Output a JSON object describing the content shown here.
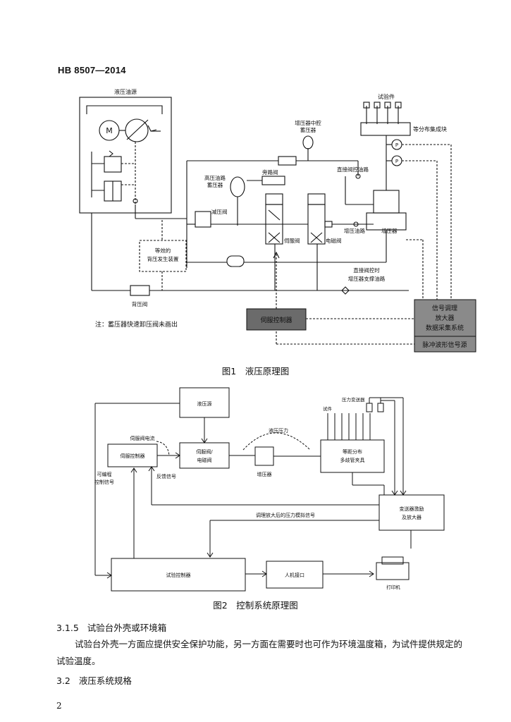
{
  "header": {
    "doc_no": "HB 8507—2014"
  },
  "figure1": {
    "caption": "图1　液压原理图",
    "labels": {
      "hydraulic_source": "液压油源",
      "motor": "M",
      "test_piece": "试验件",
      "pressure_distributor": "等分布集成块",
      "intensifier_mid_acc_line1": "增压器中腔",
      "intensifier_mid_acc_line2": "蓄压器",
      "direct_valve_ctrl": "直接阀控油路",
      "hp_acc_line1": "高压油路",
      "hp_acc_line2": "蓄压器",
      "bypass_valve": "旁路阀",
      "reducing_valve": "减压阀",
      "servo_valve": "伺服阀",
      "solenoid_valve": "电磁阀",
      "boost_line": "增压油路",
      "intensifier": "增压器",
      "equiv_backpressure_line1": "等效的",
      "equiv_backpressure_line2": "背压发生装置",
      "direct_boost_line1": "直接阀控时",
      "direct_boost_line2": "增压器支撑油路",
      "backpressure_valve": "背压阀",
      "note": "注：蓄压器快速卸压阀未画出",
      "servo_controller": "伺服控制器",
      "signal_line1": "信号调理",
      "signal_line2": "放大器",
      "signal_line3": "数据采集系统",
      "pulse_source": "脉冲波形信号源",
      "p1": "P",
      "p2": "P"
    }
  },
  "figure2": {
    "caption": "图2　控制系统原理图",
    "labels": {
      "hyd_source": "液压源",
      "servo_current": "伺服阀电流",
      "servo_controller": "伺服控制器",
      "valve_line1": "伺服阀/",
      "valve_line2": "电磁阀",
      "hyd_pressure": "液压压力",
      "intensifier": "增压器",
      "test_piece": "试件",
      "pressure_transducer": "压力变送器",
      "fixture_line1": "等距分布",
      "fixture_line2": "多歧管夹具",
      "prog_line1": "可编程",
      "prog_line2": "控制信号",
      "feedback": "反馈信号",
      "amp_signal": "调理放大后的压力模拟信号",
      "transmitter_line1": "变送器激励",
      "transmitter_line2": "及放大器",
      "test_controller": "试验控制器",
      "hmi": "人机接口",
      "printer": "打印机"
    }
  },
  "section_315": {
    "number": "3.1.5",
    "title": "试验台外壳或环境箱"
  },
  "paragraph": "试验台外壳一方面应提供安全保护功能，另一方面在需要时也可作为环境温度箱，为试件提供规定的试验温度。",
  "section_32": {
    "number": "3.2",
    "title": "液压系统规格"
  },
  "page_number": "2"
}
